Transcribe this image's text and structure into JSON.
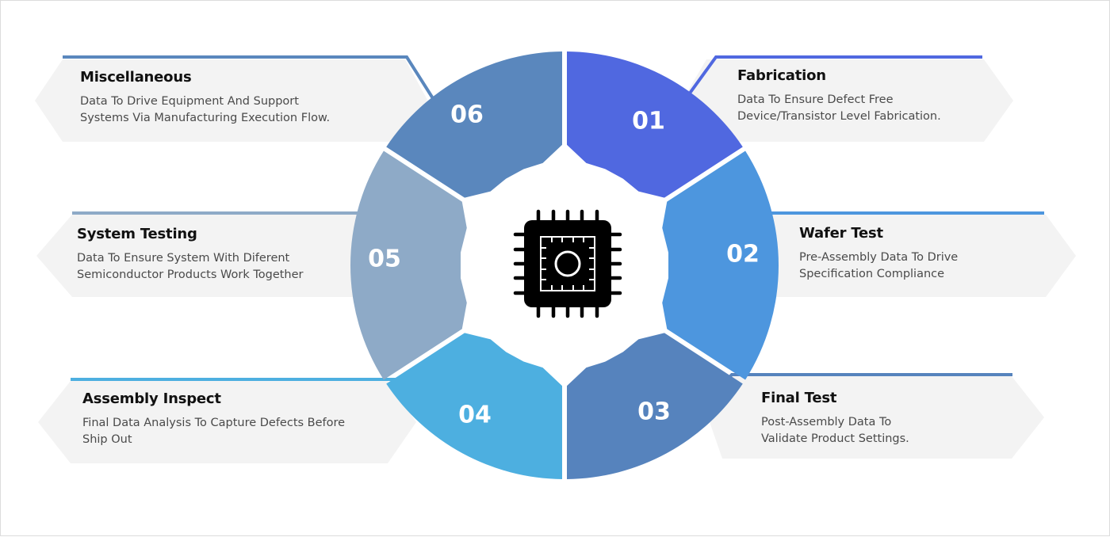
{
  "steps": [
    {
      "num": "01",
      "title": "Fabrication",
      "desc1": "Data To Ensure Defect Free",
      "desc2": "Device/Transistor Level Fabrication.",
      "color": "#5068e0"
    },
    {
      "num": "02",
      "title": "Wafer Test",
      "desc1": "Pre-Assembly Data To Drive",
      "desc2": "Specification Compliance",
      "color": "#4d96de"
    },
    {
      "num": "03",
      "title": "Final Test",
      "desc1": "Post-Assembly Data To",
      "desc2": "Validate Product Settings.",
      "color": "#5683bd"
    },
    {
      "num": "04",
      "title": "Assembly Inspect",
      "desc1": "Final Data Analysis To Capture Defects Before",
      "desc2": "Ship Out",
      "color": "#4dafe0"
    },
    {
      "num": "05",
      "title": "System Testing",
      "desc1": "Data To Ensure System With Diferent",
      "desc2": "Semiconductor Products Work Together",
      "color": "#8eaac7"
    },
    {
      "num": "06",
      "title": "Miscellaneous",
      "desc1": "Data To Drive Equipment And Support",
      "desc2": "Systems Via Manufacturing Execution Flow.",
      "color": "#5a87bd"
    }
  ],
  "center_icon": "microchip-icon"
}
